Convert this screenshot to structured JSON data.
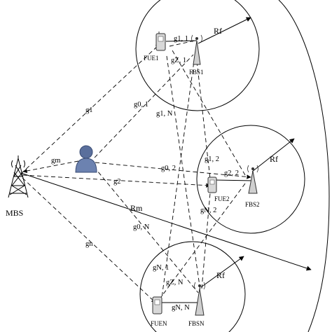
{
  "nodes": {
    "mbs": "MBS",
    "fue1": "FUE1",
    "fbs1": "FBS1",
    "fue2": "FUE2",
    "fbs2": "FBS2",
    "fuen": "FUEN",
    "fbsn": "FBSN"
  },
  "links": {
    "g_1_1": "g1, 1",
    "g_2_1": "gZ, 1",
    "g_1": "g1",
    "g_0_1": "g0, 1",
    "g_1_N": "g1, N",
    "g_m": "gm",
    "g_1_2": "g1, 2",
    "g_0_2": "g0, 2",
    "g_2_2": "g2, 2",
    "g_2": "g2",
    "g_N_2": "gN, 2",
    "g_0_N": "g0, N",
    "g_n": "gn",
    "g_N_1": "gN, 1",
    "g_Z_N": "gZ, N",
    "g_N_N": "gN, N"
  },
  "radii": {
    "r_f1": "Rf",
    "r_f2": "Rf",
    "r_fn": "Rf",
    "r_m": "Rm"
  }
}
